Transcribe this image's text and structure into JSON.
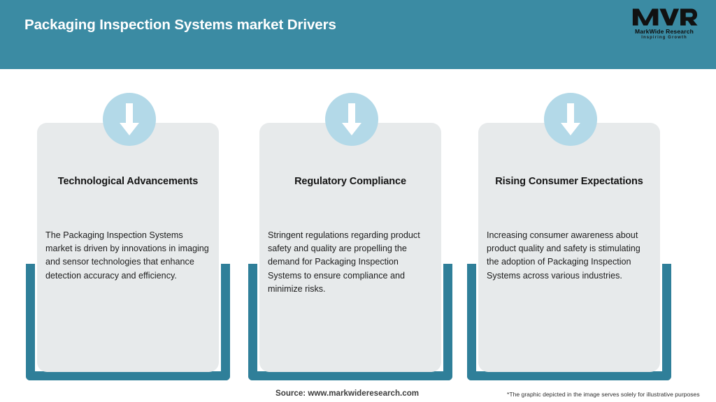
{
  "header": {
    "title": "Packaging Inspection Systems market Drivers",
    "background_color": "#3b8ba3",
    "title_color": "#ffffff"
  },
  "logo": {
    "mark_text": "MWR",
    "company_name": "MarkWide Research",
    "tagline": "Inspiring Growth"
  },
  "theme": {
    "teal": "#3b8ba3",
    "bracket_teal": "#2f7f99",
    "circle_blue": "#b3d9e8",
    "card_gray": "#e7eaeb",
    "arrow_white": "#ffffff"
  },
  "cards": [
    {
      "icon": "down-arrow-icon",
      "title": "Technological Advancements",
      "body": "The Packaging Inspection Systems market is driven by innovations in imaging and sensor technologies that enhance detection accuracy and efficiency."
    },
    {
      "icon": "down-arrow-icon",
      "title": "Regulatory Compliance",
      "body": "Stringent regulations regarding product safety and quality are propelling the demand for Packaging Inspection Systems to ensure compliance and minimize risks."
    },
    {
      "icon": "down-arrow-icon",
      "title": "Rising Consumer Expectations",
      "body": "Increasing consumer awareness about product quality and safety is stimulating the adoption of Packaging Inspection Systems across various industries."
    }
  ],
  "footer": {
    "source": "Source: www.markwideresearch.com",
    "disclaimer": "*The graphic depicted in the image serves solely for illustrative purposes"
  }
}
